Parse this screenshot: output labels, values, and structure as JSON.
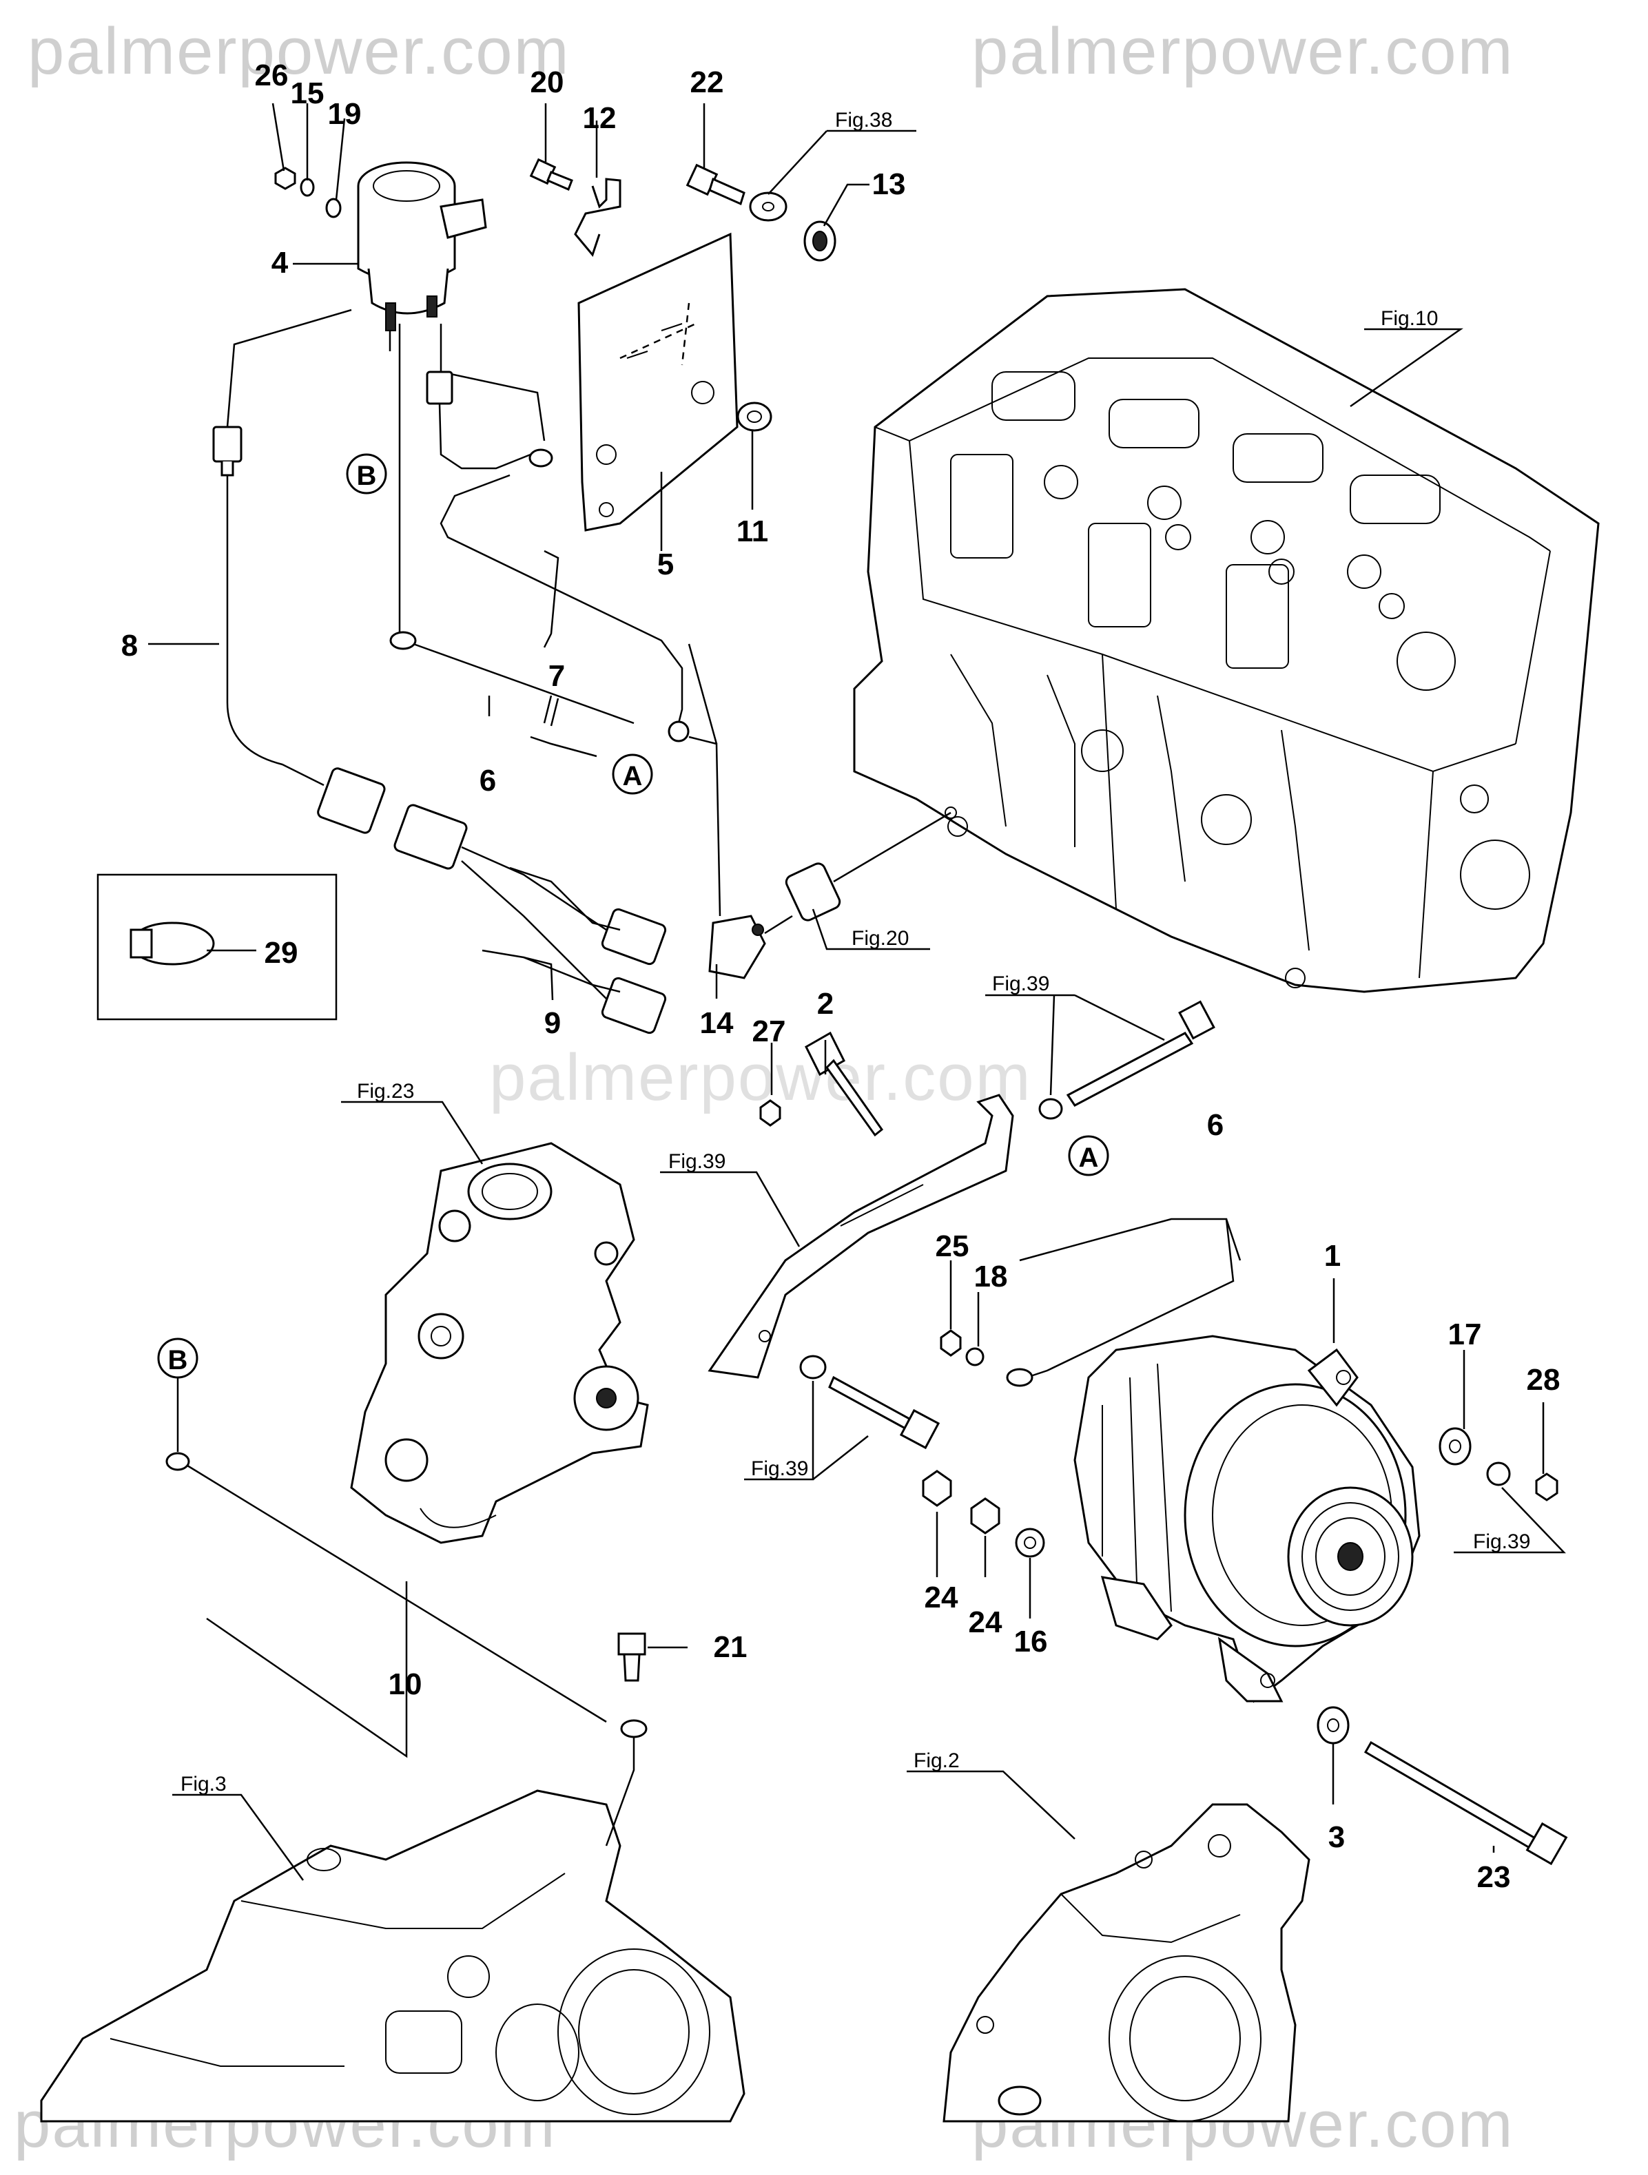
{
  "watermarks": {
    "top_left": "palmerpower.com",
    "top_right": "palmerpower.com",
    "middle": "palmerpower.com",
    "bottom_left": "palmerpower.com",
    "bottom_right": "palmerpower.com"
  },
  "callouts": {
    "p1": "1",
    "p2": "2",
    "p3": "3",
    "p4": "4",
    "p5": "5",
    "p6a": "6",
    "p6b": "6",
    "p7": "7",
    "p8": "8",
    "p9": "9",
    "p10": "10",
    "p11": "11",
    "p12": "12",
    "p13": "13",
    "p14": "14",
    "p15": "15",
    "p16": "16",
    "p17": "17",
    "p18": "18",
    "p19": "19",
    "p20": "20",
    "p21": "21",
    "p22": "22",
    "p23": "23",
    "p24a": "24",
    "p24b": "24",
    "p25": "25",
    "p26": "26",
    "p27": "27",
    "p28": "28",
    "p29": "29"
  },
  "connectors": {
    "a1": "A",
    "a2": "A",
    "b1": "B",
    "b2": "B"
  },
  "figure_refs": {
    "fig38": "Fig.38",
    "fig10": "Fig.10",
    "fig20": "Fig.20",
    "fig39_top": "Fig.39",
    "fig23": "Fig.23",
    "fig39_left": "Fig.39",
    "fig39_lower": "Fig.39",
    "fig39_right": "Fig.39",
    "fig3": "Fig.3",
    "fig2": "Fig.2"
  }
}
